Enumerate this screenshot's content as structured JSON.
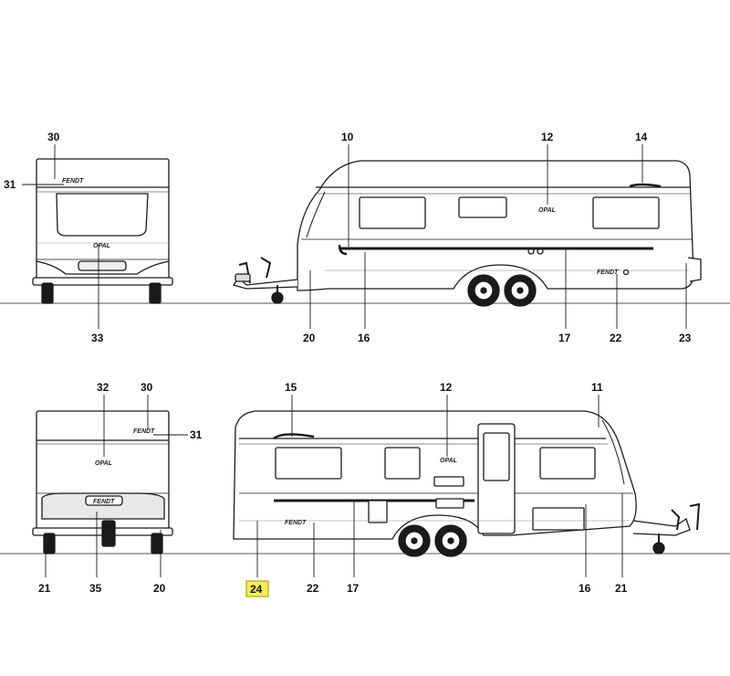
{
  "labels": {
    "n30a": "30",
    "n31a": "31",
    "n33": "33",
    "n10": "10",
    "n12a": "12",
    "n14": "14",
    "n20a": "20",
    "n16a": "16",
    "n17a": "17",
    "n22a": "22",
    "n23": "23",
    "n32": "32",
    "n30b": "30",
    "n31b": "31",
    "n21a": "21",
    "n35": "35",
    "n20b": "20",
    "n15": "15",
    "n12b": "12",
    "n11": "11",
    "n24": "24",
    "n22b": "22",
    "n17b": "17",
    "n16b": "16",
    "n21b": "21"
  },
  "brand": {
    "logo_text": "FENDT",
    "model_text": "OPAL"
  },
  "colors": {
    "line": "#1a1a1a",
    "highlight": "#f5ef4a",
    "body_fill": "#ffffff",
    "shade": "#d9d9d9"
  }
}
